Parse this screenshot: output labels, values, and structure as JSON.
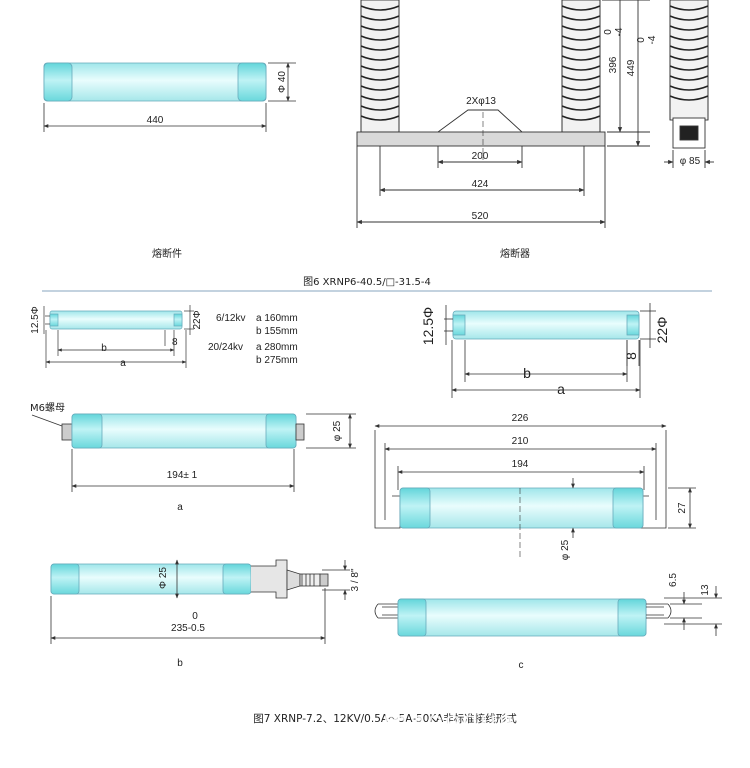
{
  "colors": {
    "tube": "#bff0f2",
    "tube_highlight": "#e8fcfc",
    "cap": "#7fe0e4",
    "line": "#333333",
    "divider": "#9fb7cc",
    "base_plate": "#d9d9d9"
  },
  "fig6": {
    "fuse_element": {
      "length": "440",
      "diameter": "Φ 40",
      "label": "熔断件"
    },
    "fuse_assembly": {
      "hole": "2Xφ13",
      "dim_200": "200",
      "dim_424": "424",
      "dim_520": "520",
      "dim_396": "396",
      "dim_449": "449",
      "dim_tol_396": "0\n-4",
      "dim_tol_449": "0\n-4",
      "dia_85": "φ 85",
      "label": "熔断器"
    },
    "caption": "图6 XRNP6-40.5/□-31.5-4"
  },
  "fig7": {
    "small_a": {
      "d1": "12.5Φ",
      "d2": "22Φ",
      "d3": "8",
      "b": "b",
      "a": "a",
      "spec_rows": [
        {
          "kv": "6/12kv",
          "a": "a 160mm",
          "b": "b 155mm"
        },
        {
          "kv": "20/24kv",
          "a": "a 280mm",
          "b": "b 275mm"
        }
      ]
    },
    "large_a": {
      "d1": "12.5Φ",
      "d2": "22Φ",
      "d3": "8",
      "b": "b",
      "a": "a"
    },
    "m6": {
      "nut_label": "M6螺母",
      "dia": "φ 25",
      "length": "194± 1",
      "sub": "a"
    },
    "bracket": {
      "d226": "226",
      "d210": "210",
      "d194": "194",
      "d27": "27",
      "dia": "φ 25"
    },
    "b_type": {
      "dia": "Φ 25",
      "thread": "3 / 8\"",
      "length_top": "0",
      "length": "235-0.5",
      "sub": "b"
    },
    "c_type": {
      "d65": "6.5",
      "d13": "13",
      "sub": "c"
    },
    "caption": "图7  XRNP-7.2、12KV/0.5A～5A-50KA非标准接线形式"
  },
  "watermark": "maoeduanqi.1688.com"
}
